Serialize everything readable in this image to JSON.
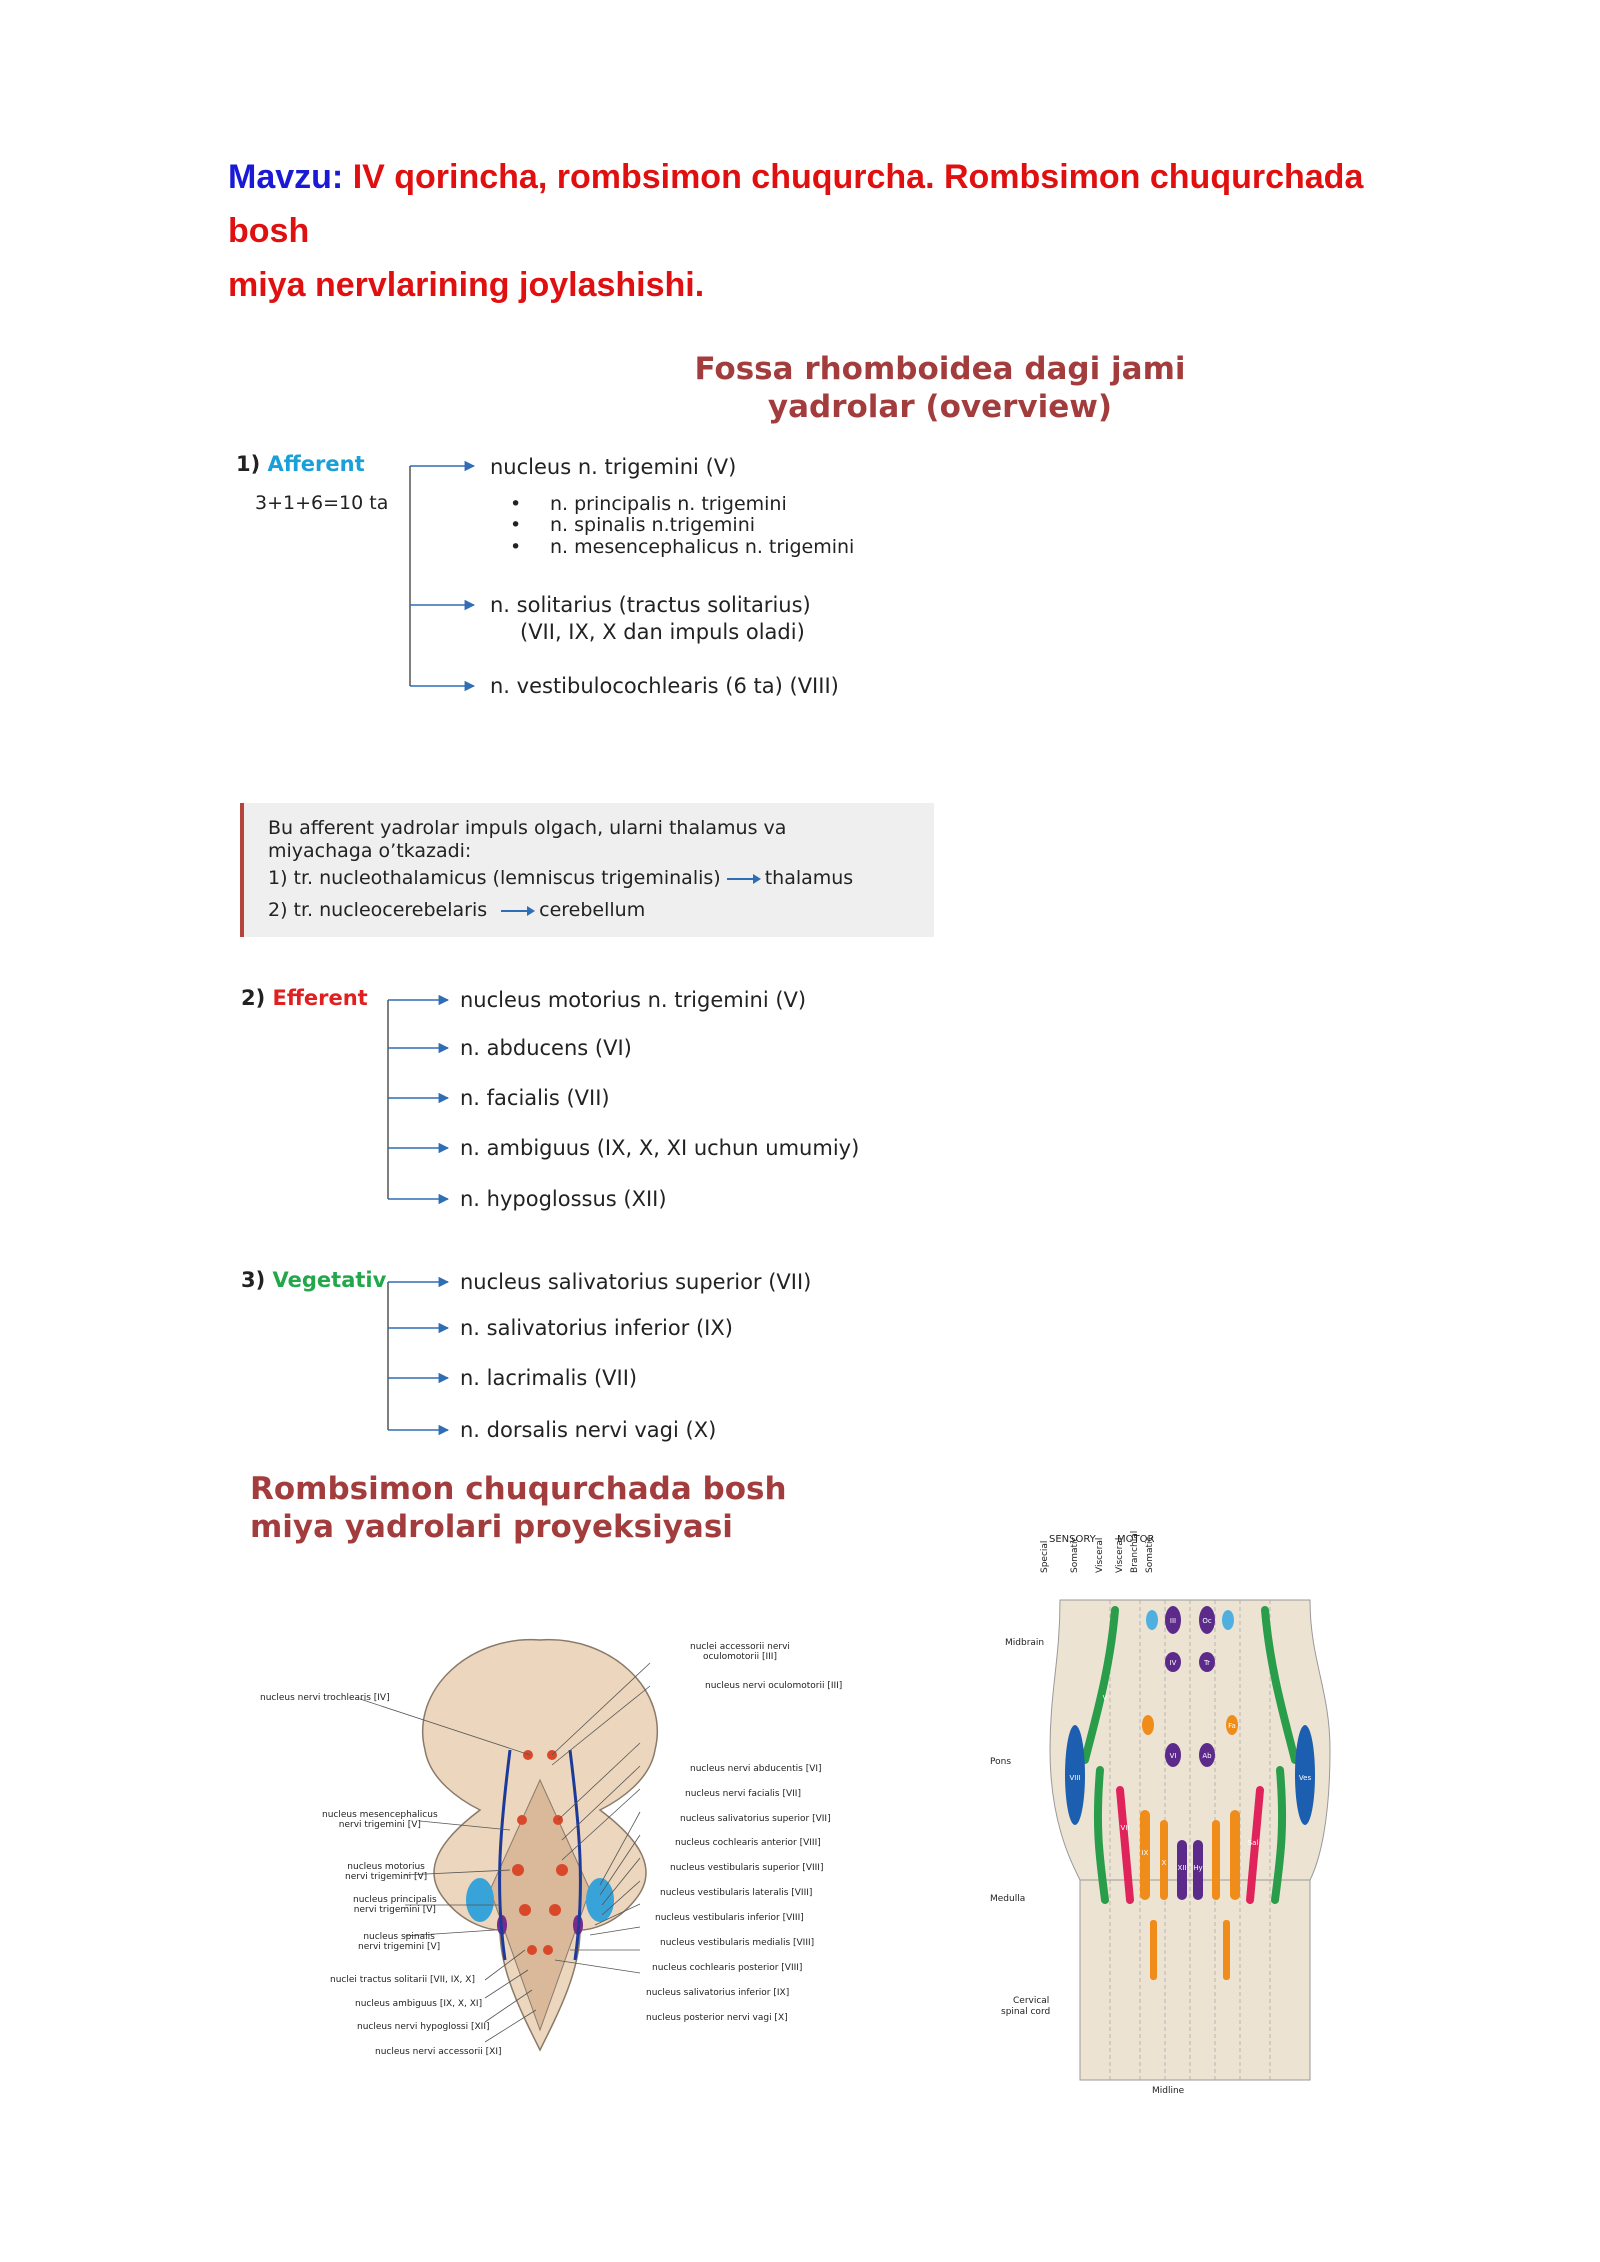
{
  "title": {
    "label": "Mavzu:",
    "text_line1": "IV qorincha, rombsimon chuqurcha. Rombsimon chuqurchada bosh",
    "text_line2": "miya nervlarining joylashishi."
  },
  "overview": {
    "heading_line1": "Fossa rhomboidea dagi jami",
    "heading_line2": "yadrolar (overview)"
  },
  "afferent": {
    "number": "1)",
    "label": "Afferent",
    "count": "3+1+6=10 ta",
    "items": [
      "nucleus n. trigemini (V)",
      "n. solitarius (tractus solitarius)",
      "n. vestibulocochlearis (6 ta) (VIII)"
    ],
    "solitarius_note": "(VII, IX, X dan impuls oladi)",
    "trigemini_subitems": [
      "n. principalis n. trigemini",
      "n. spinalis n.trigemini",
      "n. mesencephalicus n. trigemini"
    ],
    "bullet": "•"
  },
  "infobox": {
    "line1": "Bu afferent yadrolar impuls olgach, ularni thalamus va",
    "line2": "miyachaga o’tkazadi:",
    "tract1": "1)  tr. nucleothalamicus (lemniscus trigeminalis)",
    "tract1_target": "thalamus",
    "tract2": "2)  tr. nucleocerebelaris",
    "tract2_target": "cerebellum"
  },
  "efferent": {
    "number": "2)",
    "label": "Efferent",
    "items": [
      "nucleus motorius n. trigemini (V)",
      "n. abducens (VI)",
      "n. facialis (VII)",
      "n. ambiguus (IX, X, XI uchun umumiy)",
      "n. hypoglossus (XII)"
    ]
  },
  "vegetativ": {
    "number": "3)",
    "label": "Vegetativ",
    "items": [
      "nucleus salivatorius superior (VII)",
      "n. salivatorius inferior (IX)",
      "n. lacrimalis (VII)",
      "n. dorsalis nervi vagi (X)"
    ]
  },
  "projection": {
    "heading_line1": "Rombsimon chuqurchada bosh",
    "heading_line2": "miya yadrolari proyeksiyasi"
  },
  "brainstem_labels": {
    "left": [
      "nucleus nervi trochlearis [IV]",
      "nucleus mesencephalicus",
      "nervi trigemini [V]",
      "nucleus motorius",
      "nervi trigemini [V]",
      "nucleus principalis",
      "nervi trigemini [V]",
      "nucleus spinalis",
      "nervi trigemini [V]",
      "nuclei tractus solitarii [VII, IX, X]",
      "nucleus ambiguus [IX, X, XI]",
      "nucleus nervi hypoglossi [XII]",
      "nucleus nervi accessorii [XI]"
    ],
    "right": [
      "nuclei accessorii nervi",
      "oculomotorii [III]",
      "nucleus nervi oculomotorii [III]",
      "nucleus nervi abducentis [VI]",
      "nucleus nervi facialis [VII]",
      "nucleus salivatorius superior [VII]",
      "nucleus cochlearis anterior [VIII]",
      "nucleus vestibularis superior [VIII]",
      "nucleus vestibularis lateralis [VIII]",
      "nucleus vestibularis inferior [VIII]",
      "nucleus vestibularis medialis [VIII]",
      "nucleus cochlearis posterior [VIII]",
      "nucleus salivatorius inferior [IX]",
      "nucleus posterior nervi vagi [X]"
    ]
  },
  "schematic": {
    "sensory": "SENSORY",
    "motor": "MOTOR",
    "columns": [
      "Special",
      "Somatic",
      "Visceral",
      "Visceral",
      "Branchial",
      "Somatic"
    ],
    "regions": [
      "Midbrain",
      "Pons",
      "Medulla",
      "Cervical",
      "spinal cord"
    ],
    "midline": "Midline",
    "nuclei": [
      "III",
      "Oc",
      "IV",
      "Tr",
      "V",
      "VI",
      "Ab",
      "Fa",
      "VII",
      "VIII",
      "Ves",
      "IX",
      "X",
      "XII",
      "Hy",
      "Sal"
    ]
  },
  "colors": {
    "title_label": "#1a1ad6",
    "title_text": "#e01010",
    "heading": "#a33d3d",
    "afferent": "#1aa0d8",
    "efferent": "#e02020",
    "vegetativ": "#22a84a",
    "arrow": "#2f6db5"
  }
}
